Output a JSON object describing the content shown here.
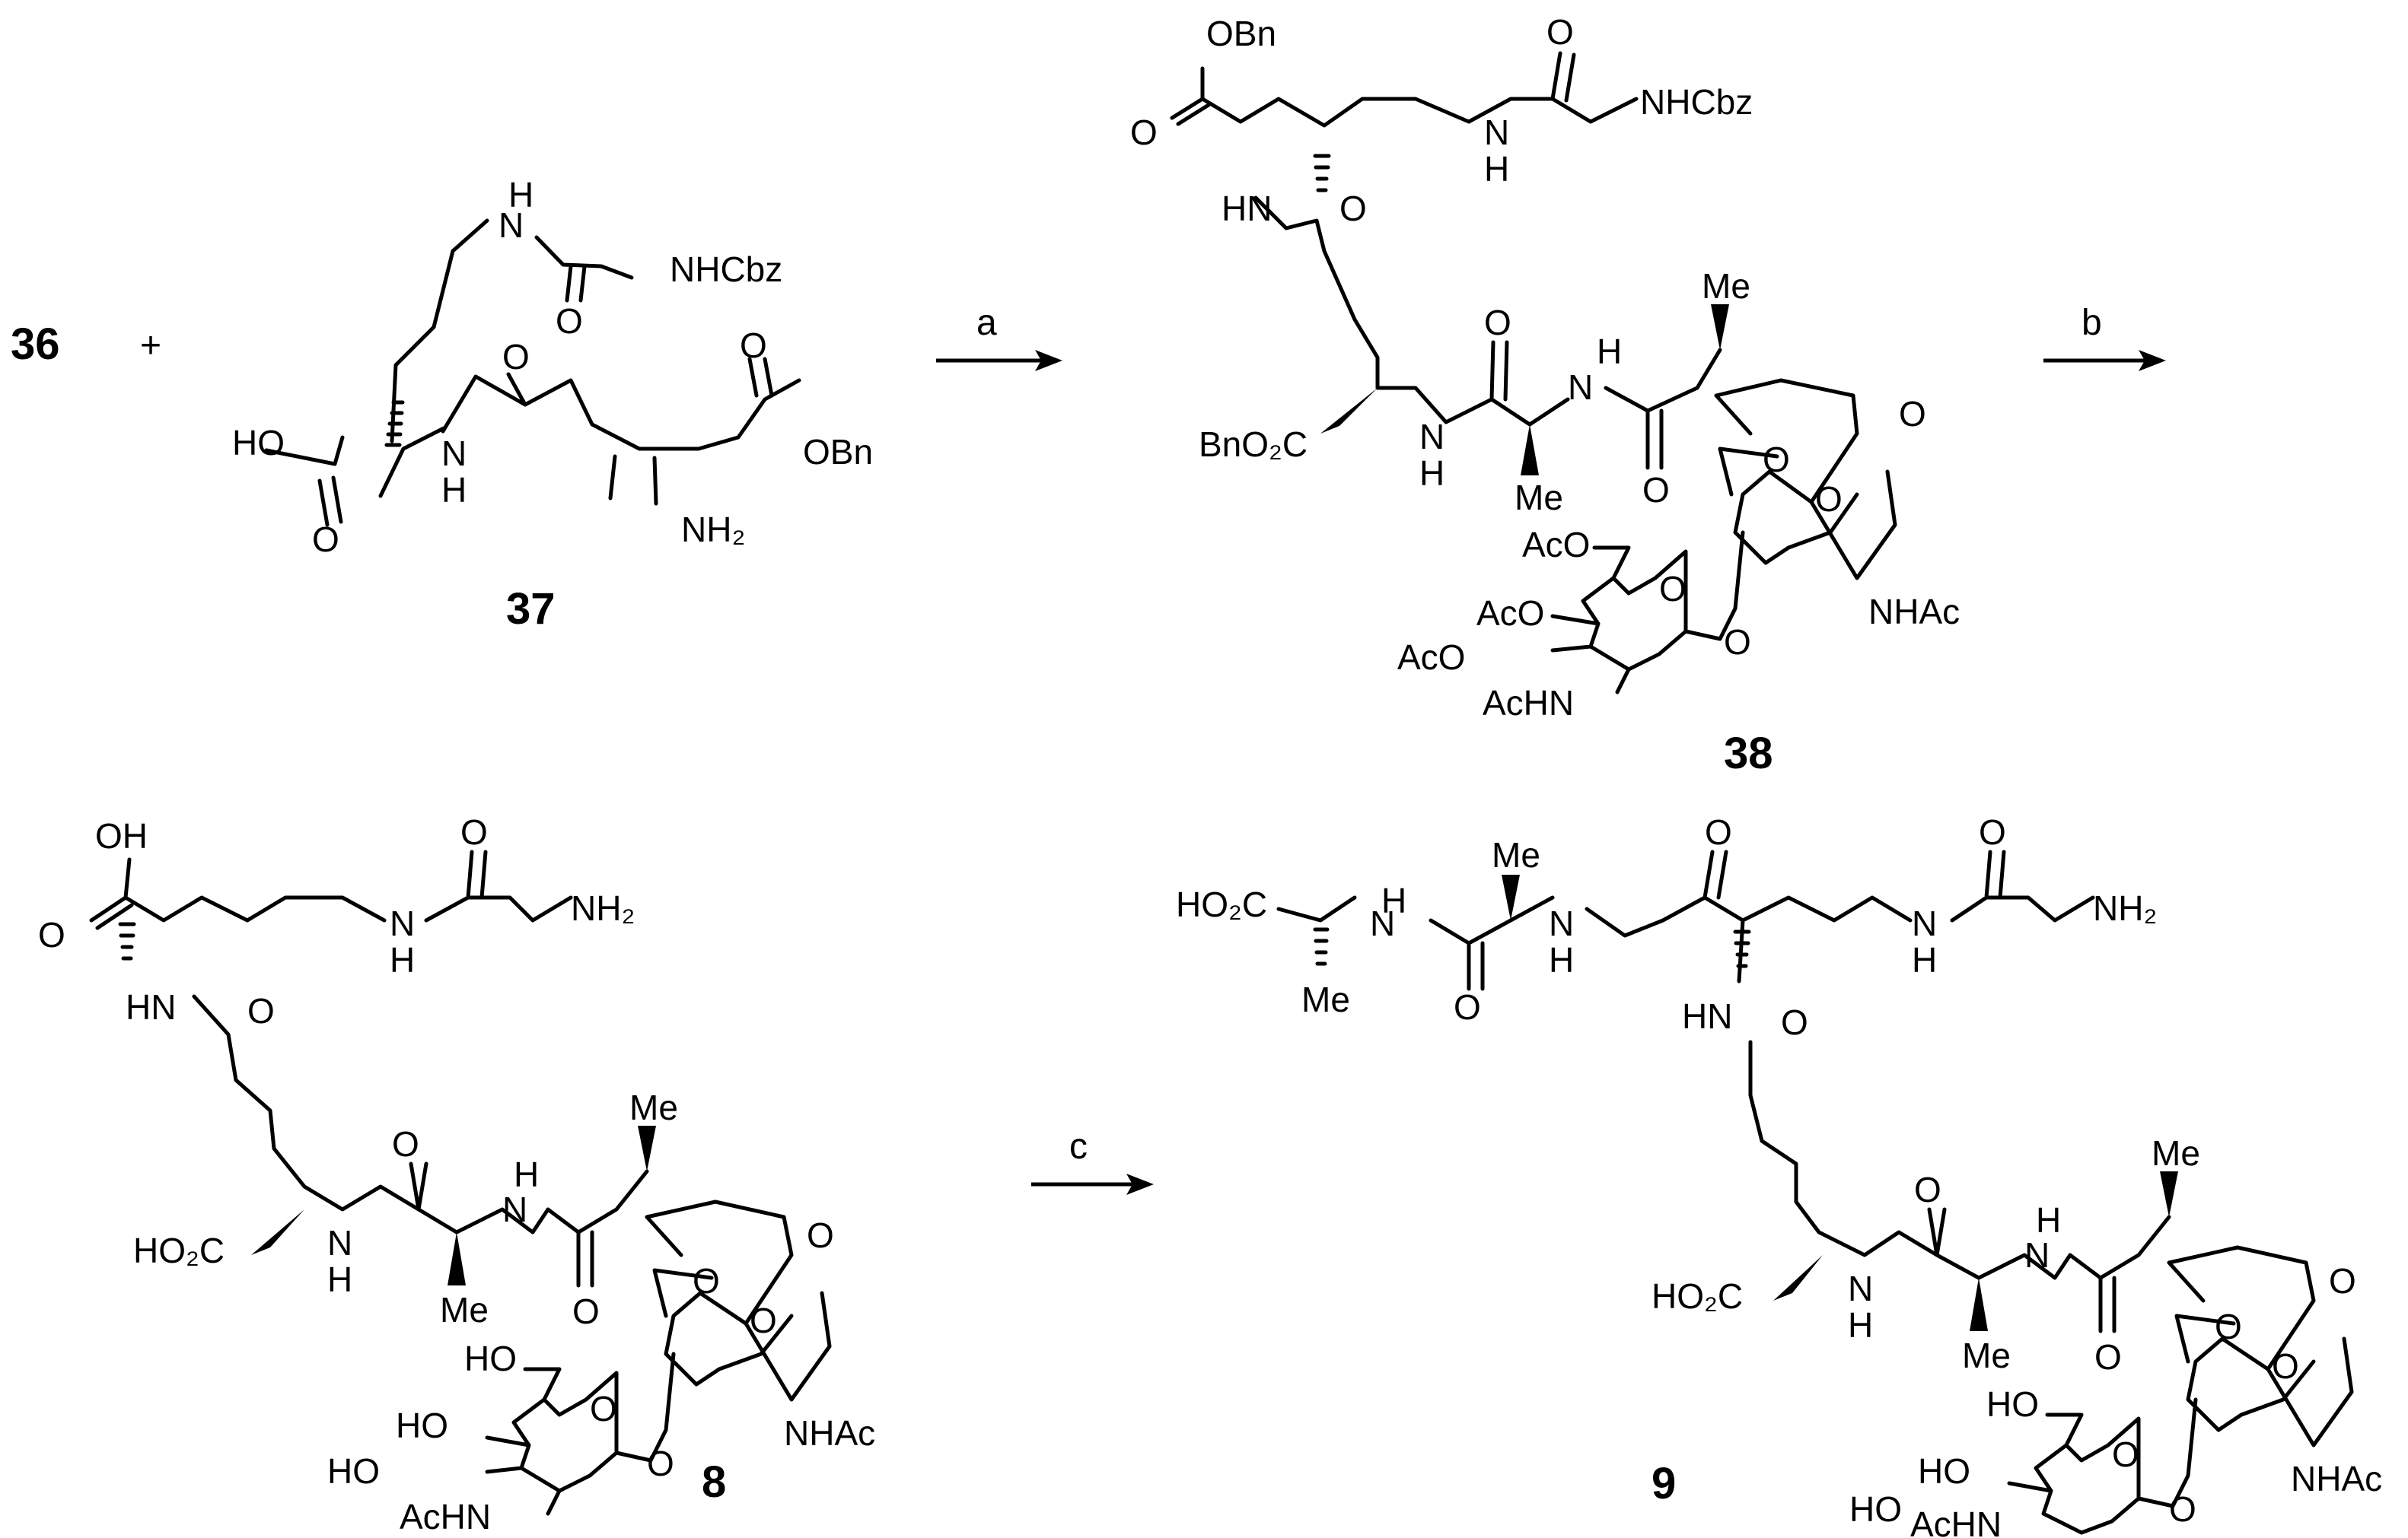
{
  "scheme": {
    "start_label": "36",
    "plus": "+",
    "compounds": {
      "c37": {
        "label": "37",
        "atoms": {
          "nh_top": "H",
          "n_top": "N",
          "nhcbz": "NHCbz",
          "o_glycyl": "O",
          "ho": "HO",
          "o_acid": "O",
          "n_amide": "N",
          "h_amide": "H",
          "o_glu": "O",
          "o_ester": "O",
          "obn": "OBn",
          "nh2": "NH₂"
        }
      },
      "c38": {
        "label": "38",
        "atoms": {
          "obn": "OBn",
          "o_ester": "O",
          "hn": "HN",
          "o_glu": "O",
          "n_top": "N",
          "h_top": "H",
          "o_gly": "O",
          "nhcbz": "NHCbz",
          "bno2c": "BnO₂C",
          "n1": "N",
          "h1": "H",
          "o_ala": "O",
          "h2": "H",
          "n2": "N",
          "o_mur": "O",
          "me1": "Me",
          "me2": "Me",
          "o_ring": "O",
          "o_ring2": "O",
          "o_bridge": "O",
          "aco1": "AcO",
          "o_glc": "O",
          "aco2": "AcO",
          "aco3": "AcO",
          "o_link": "O",
          "nhac": "NHAc",
          "achn": "AcHN"
        }
      },
      "c8": {
        "label": "8",
        "atoms": {
          "oh": "OH",
          "o_acid": "O",
          "hn": "HN",
          "o_glu": "O",
          "n_top": "N",
          "h_top": "H",
          "o_gly": "O",
          "nh2": "NH₂",
          "ho2c": "HO₂C",
          "n1": "N",
          "h1": "H",
          "o_ala": "O",
          "h2": "H",
          "n2": "N",
          "o_mur": "O",
          "me1": "Me",
          "me2": "Me",
          "o_ring": "O",
          "o_ring2": "O",
          "o_bridge": "O",
          "ho1": "HO",
          "o_glc": "O",
          "ho2": "HO",
          "ho3": "HO",
          "o_link": "O",
          "nhac": "NHAc",
          "achn": "AcHN"
        }
      },
      "c9": {
        "label": "9",
        "atoms": {
          "ho2c_ala": "HO₂C",
          "n_dala": "N",
          "h_dala": "H",
          "me_dala": "Me",
          "o_dala": "O",
          "me_ala": "Me",
          "n_ala": "N",
          "h_ala": "H",
          "o_dap": "O",
          "n_top": "N",
          "h_top": "H",
          "o_gly": "O",
          "nh2": "NH₂",
          "hn": "HN",
          "o_glu": "O",
          "ho2c": "HO₂C",
          "n1": "N",
          "h1": "H",
          "o_ala": "O",
          "h2": "H",
          "n2": "N",
          "o_mur": "O",
          "me1": "Me",
          "me2": "Me",
          "o_ring": "O",
          "o_ring2": "O",
          "o_bridge": "O",
          "ho1": "HO",
          "o_glc": "O",
          "ho2": "HO",
          "ho3": "HO",
          "o_link": "O",
          "nhac": "NHAc",
          "achn": "AcHN"
        }
      }
    },
    "steps": [
      {
        "label": "a"
      },
      {
        "label": "b"
      },
      {
        "label": "c"
      }
    ]
  }
}
